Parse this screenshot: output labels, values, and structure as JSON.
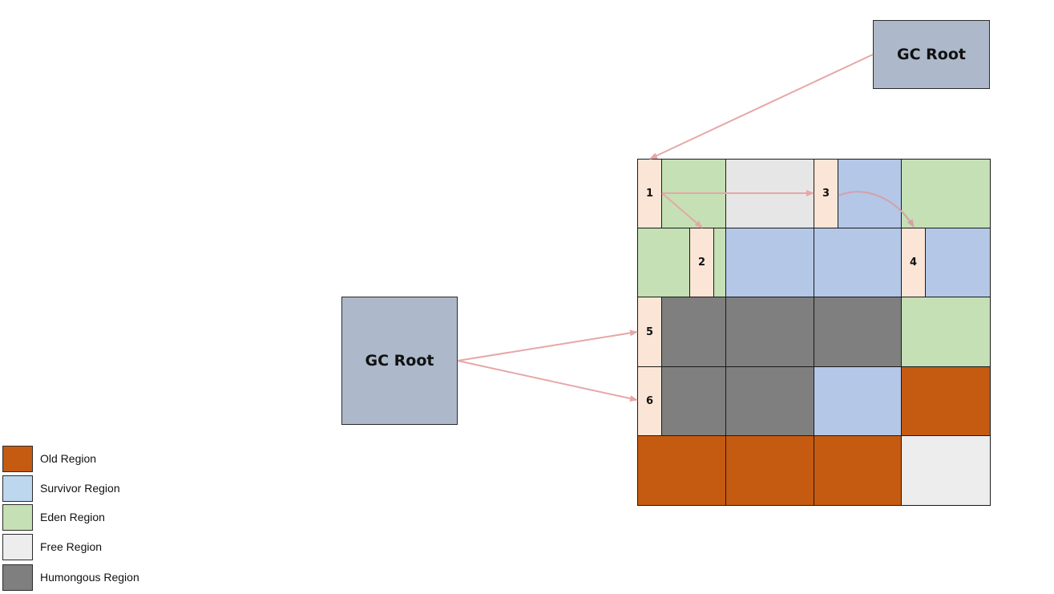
{
  "gc_root_top": {
    "label": "GC Root"
  },
  "gc_root_left": {
    "label": "GC Root"
  },
  "colors": {
    "old": "#c55a11",
    "survivor": "#b4c7e7",
    "eden": "#c5e0b4",
    "free": "#e7e6e6",
    "humongous": "#7f7f7f",
    "object": "#fbe5d6",
    "root": "#adb9ca",
    "arrow": "#e6a7a7"
  },
  "grid": {
    "rows": [
      [
        "eden",
        "free",
        "survivor",
        "eden"
      ],
      [
        "eden",
        "survivor",
        "survivor",
        "survivor"
      ],
      [
        "humongous",
        "humongous",
        "humongous",
        "eden"
      ],
      [
        "humongous",
        "humongous",
        "survivor",
        "old"
      ],
      [
        "old",
        "old",
        "old",
        "free"
      ]
    ]
  },
  "objects": [
    {
      "id": "1",
      "label": "1"
    },
    {
      "id": "2",
      "label": "2"
    },
    {
      "id": "3",
      "label": "3"
    },
    {
      "id": "4",
      "label": "4"
    },
    {
      "id": "5",
      "label": "5"
    },
    {
      "id": "6",
      "label": "6"
    }
  ],
  "legend": [
    {
      "label": "Old Region",
      "color": "#c55a11"
    },
    {
      "label": "Survivor Region",
      "color": "#bdd7ee"
    },
    {
      "label": "Eden Region",
      "color": "#c5e0b4"
    },
    {
      "label": "Free Region",
      "color": "#ededed"
    },
    {
      "label": "Humongous Region",
      "color": "#7f7f7f"
    }
  ]
}
